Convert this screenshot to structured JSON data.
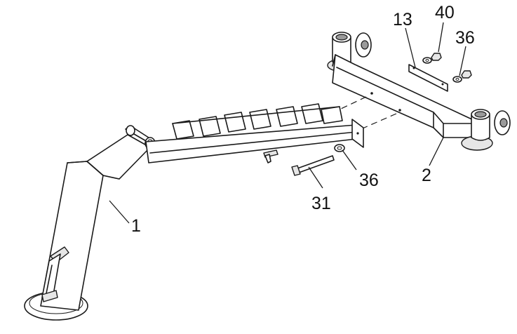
{
  "callouts": {
    "part_13": "13",
    "part_40": "40",
    "part_36_top": "36",
    "part_2": "2",
    "part_36_bottom": "36",
    "part_31": "31",
    "part_1": "1"
  }
}
